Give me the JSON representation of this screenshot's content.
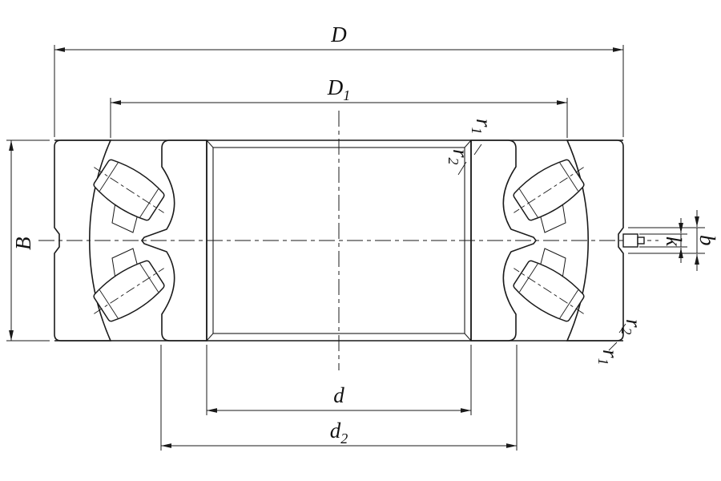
{
  "drawing": {
    "colors": {
      "background": "#ffffff",
      "ring_fill": "#2FC7C7",
      "hatch_line": "#0B8A8A",
      "line_color": "#1a1a1a"
    },
    "labels": {
      "D": {
        "base": "D",
        "sub": ""
      },
      "D1": {
        "base": "D",
        "sub": "1"
      },
      "d": {
        "base": "d",
        "sub": ""
      },
      "d2": {
        "base": "d",
        "sub": "2"
      },
      "B": {
        "base": "B",
        "sub": ""
      },
      "b": {
        "base": "b",
        "sub": ""
      },
      "k": {
        "base": "k",
        "sub": ""
      },
      "r1": {
        "base": "r",
        "sub": "1"
      },
      "r2": {
        "base": "r",
        "sub": "2"
      }
    }
  }
}
